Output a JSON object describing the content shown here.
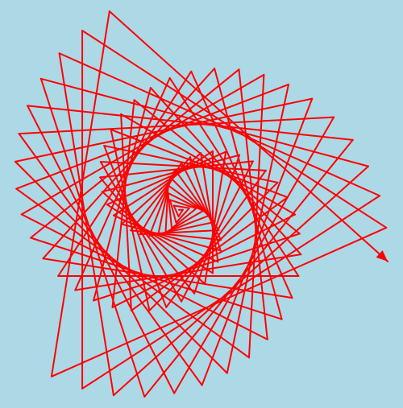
{
  "colors": {
    "background": "#add8e6",
    "pen": "#ff0000"
  },
  "drawing": {
    "kind": "turtle-spiral",
    "turn_degrees": 123,
    "start_step": 5,
    "step_increment": 5,
    "segments": 95,
    "end_marker": "arrowhead"
  }
}
